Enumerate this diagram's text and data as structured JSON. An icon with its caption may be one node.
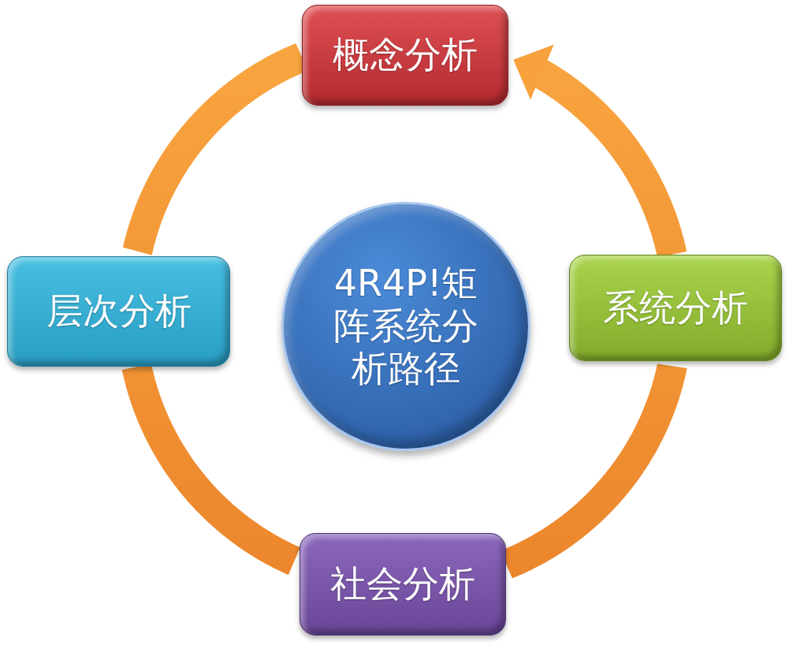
{
  "diagram": {
    "nodes": [
      {
        "text": [
          "概念分析"
        ]
      },
      {
        "text": [
          "层次分析"
        ]
      },
      {
        "text": [
          "4R4P!矩阵系统分析路径"
        ]
      },
      {
        "text": [
          "系统分析"
        ]
      },
      {
        "text": [
          "社会分析"
        ]
      }
    ],
    "edges": [
      {
        "from": 3,
        "to": 0,
        "arrow": "to"
      },
      {
        "from": 0,
        "to": 1,
        "arrow": "none"
      },
      {
        "from": 1,
        "to": 4,
        "arrow": "none"
      },
      {
        "from": 4,
        "to": 3,
        "arrow": "none"
      }
    ]
  }
}
